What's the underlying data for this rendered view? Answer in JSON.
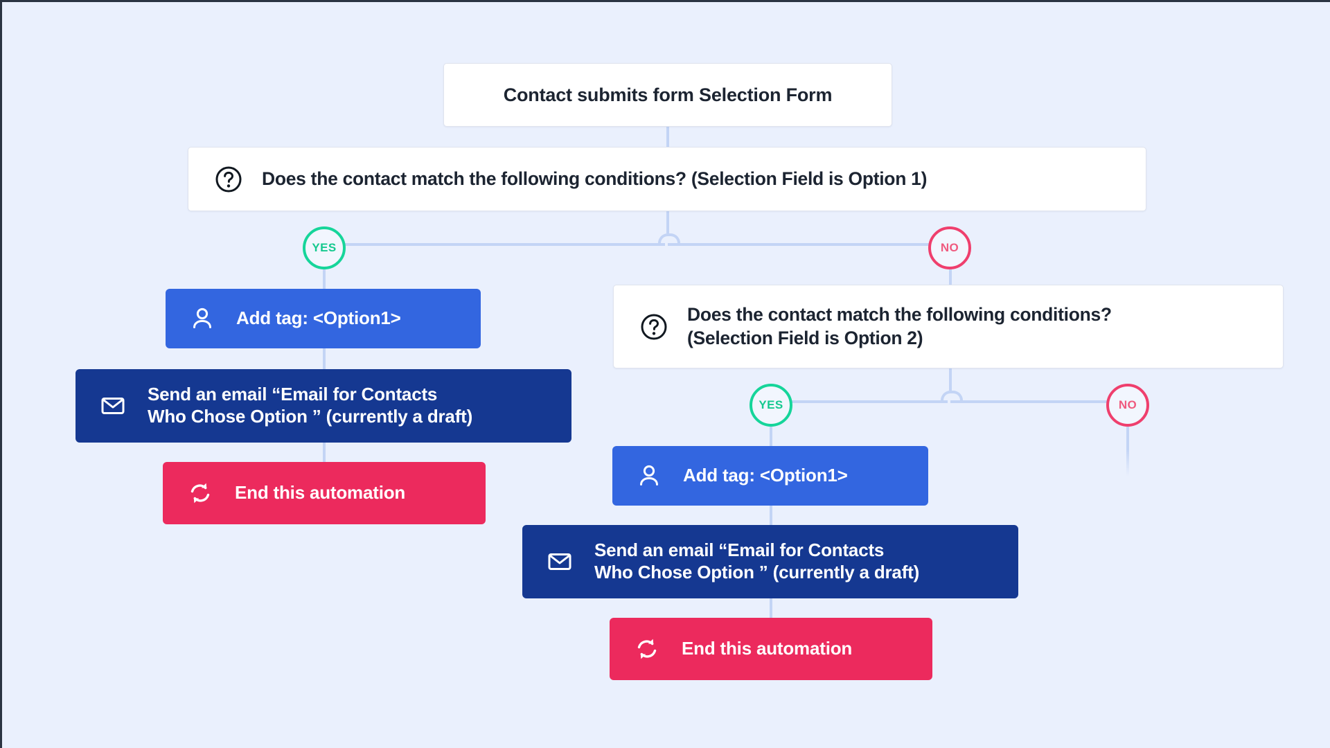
{
  "canvas": {
    "background": "#eaf0fd",
    "connector_color": "#c3d4f5"
  },
  "colors": {
    "blue": "#3366e0",
    "navy": "#153891",
    "pink": "#ec2a5d",
    "yes_green": "#16d59a",
    "no_pink": "#ef3f6d",
    "white_node": "#ffffff"
  },
  "trigger": {
    "label": "Contact submits form Selection Form",
    "icon": "none"
  },
  "branches": {
    "yes_label": "YES",
    "no_label": "NO"
  },
  "condition_1": {
    "icon": "question-mark-circle-icon",
    "label": "Does the contact match the following conditions? (Selection Field is Option 1)"
  },
  "condition_2": {
    "icon": "question-mark-circle-icon",
    "line_1": "Does the contact match the following conditions?",
    "line_2": "(Selection Field is Option 2)"
  },
  "branch_1": {
    "add_tag": {
      "icon": "contact-person-icon",
      "label": "Add tag: <Option1>"
    },
    "send_email": {
      "icon": "envelope-icon",
      "line_1": "Send an email “Email for Contacts",
      "line_2": "Who Chose Option ” (currently a draft)"
    },
    "end_automation": {
      "icon": "loop-refresh-icon",
      "label": "End this automation"
    }
  },
  "branch_2": {
    "add_tag": {
      "icon": "contact-person-icon",
      "label": "Add tag: <Option1>"
    },
    "send_email": {
      "icon": "envelope-icon",
      "line_1": "Send an email “Email for Contacts",
      "line_2": "Who Chose Option ” (currently a draft)"
    },
    "end_automation": {
      "icon": "loop-refresh-icon",
      "label": "End this automation"
    }
  }
}
